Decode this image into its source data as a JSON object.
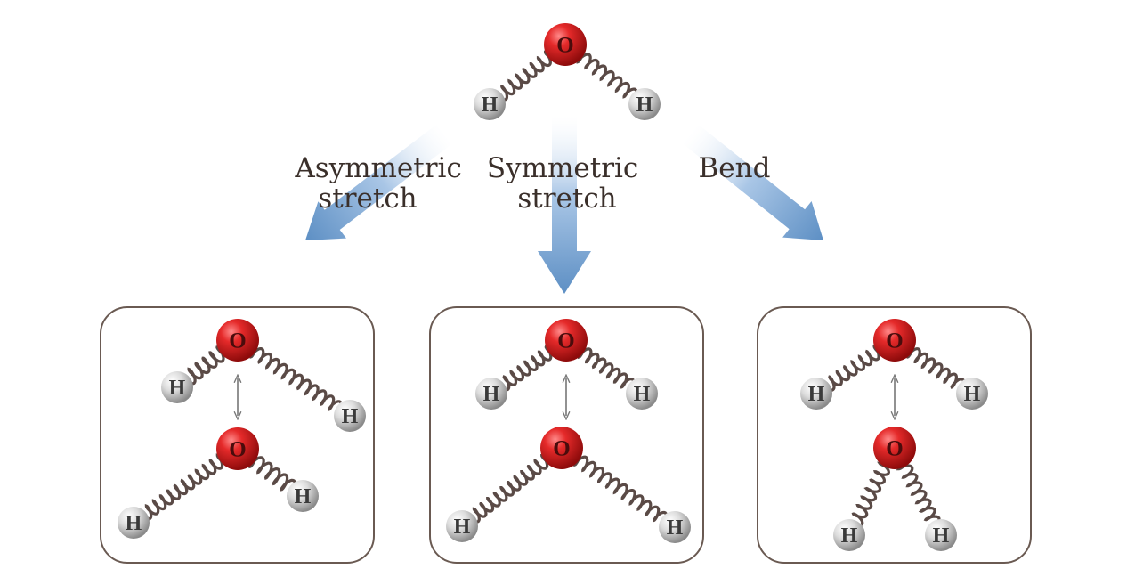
{
  "atoms": {
    "oxygen": "O",
    "hydrogen": "H"
  },
  "modes": [
    {
      "id": "asymmetric",
      "label_lines": [
        "Asymmetric",
        "stretch"
      ]
    },
    {
      "id": "symmetric",
      "label_lines": [
        "Symmetric",
        "stretch"
      ]
    },
    {
      "id": "bend",
      "label_lines": [
        "Bend"
      ]
    }
  ],
  "colors": {
    "oxygen": "#d81f1f",
    "hydrogen": "#d9d9d9",
    "arrow": "#5d8fc4",
    "panel_border": "#6a5a52",
    "label_text": "#3a2f2a"
  }
}
